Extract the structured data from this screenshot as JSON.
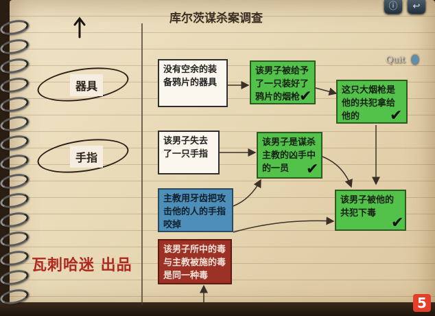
{
  "title": "库尔茨谋杀案调查",
  "quit_label": "Quit",
  "clues": {
    "utensil": "器具",
    "finger": "手指"
  },
  "boxes": {
    "utensil_fact": "没有空余的装备鸦片的器具",
    "pipe_given": "该男子被给予了一只装好了鸦片的烟枪",
    "accomplice_pipe": "这只大烟枪是他的共犯拿给他的",
    "lost_finger": "该男子失去了一只手指",
    "murder_group": "该男子是谋杀主教的凶手中的一员",
    "bitten_off": "主教用牙齿把攻击他的人的手指咬掉",
    "poisoned_by_accomplice": "该男子被他的共犯下毒",
    "same_poison": "该男子所中的毒与主教被施的毒是同一种毒"
  },
  "credit": "瓦刺哈迷 出品",
  "logo_badge": "5",
  "colors": {
    "green": "#53c24a",
    "blue": "#4d8fb8",
    "red": "#9c3126",
    "credit_red": "#b0281f"
  }
}
